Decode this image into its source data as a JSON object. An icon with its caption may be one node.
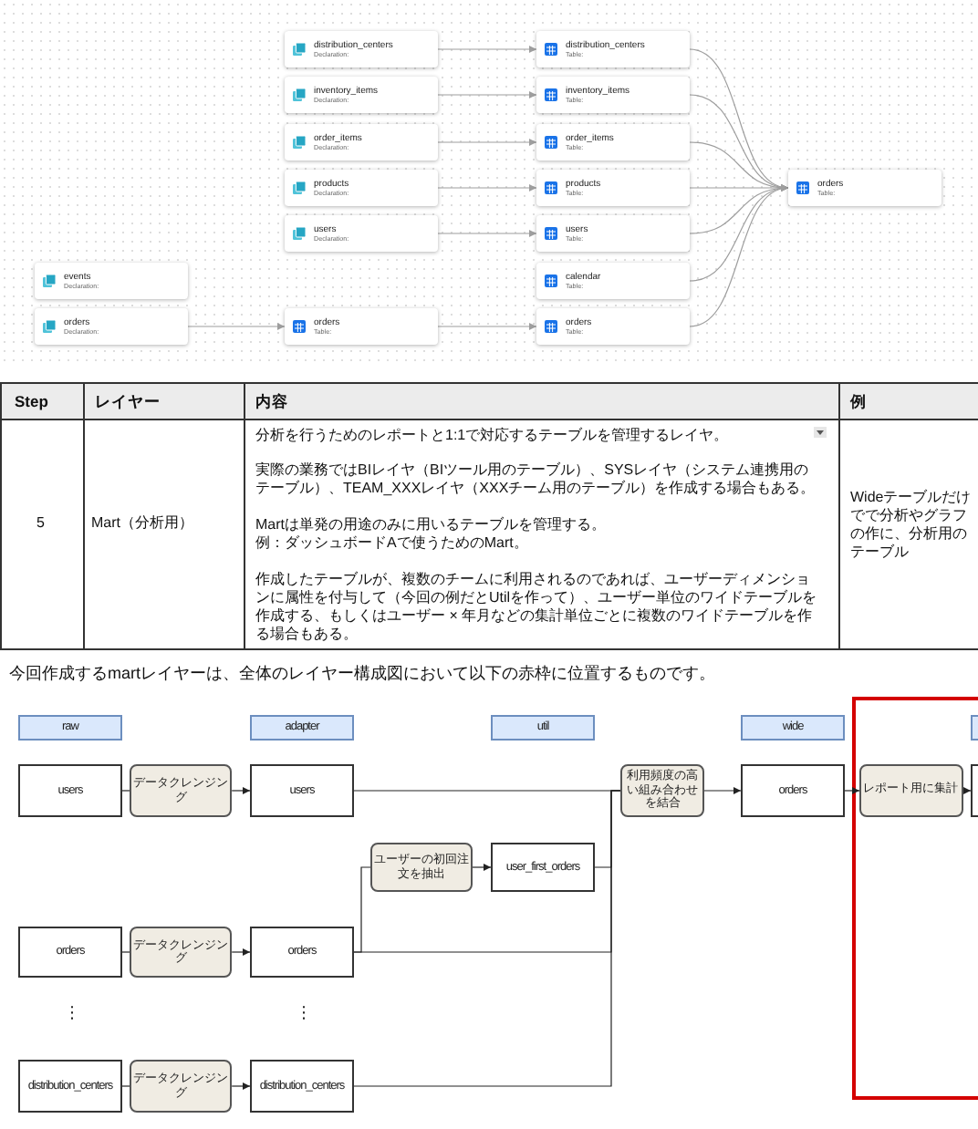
{
  "diagram": {
    "nodes": [
      {
        "text": [
          "distribution_centers",
          "Declaration:"
        ]
      },
      {
        "text": [
          "inventory_items",
          "Declaration:"
        ]
      },
      {
        "text": [
          "order_items",
          "Declaration:"
        ]
      },
      {
        "text": [
          "products",
          "Declaration:"
        ]
      },
      {
        "text": [
          "users",
          "Declaration:"
        ]
      },
      {
        "text": [
          "events",
          "Declaration:"
        ]
      },
      {
        "text": [
          "orders",
          "Declaration:"
        ]
      },
      {
        "text": [
          "orders",
          "Table:"
        ]
      },
      {
        "text": [
          "distribution_centers",
          "Table:"
        ]
      },
      {
        "text": [
          "inventory_items",
          "Table:"
        ]
      },
      {
        "text": [
          "order_items",
          "Table:"
        ]
      },
      {
        "text": [
          "products",
          "Table:"
        ]
      },
      {
        "text": [
          "users",
          "Table:"
        ]
      },
      {
        "text": [
          "calendar",
          "Table:"
        ]
      },
      {
        "text": [
          "orders",
          "Table:"
        ]
      },
      {
        "text": [
          "orders",
          "Table:"
        ]
      },
      {
        "text": [
          "raw"
        ]
      },
      {
        "text": [
          "adapter"
        ]
      },
      {
        "text": [
          "util"
        ]
      },
      {
        "text": [
          "wide"
        ]
      },
      {
        "text": [],
        "shape": "box"
      },
      {
        "text": [],
        "shape": "box",
        "in": 20
      },
      {
        "text": [
          "users"
        ]
      },
      {
        "text": [
          "データクレンジング"
        ]
      },
      {
        "text": [
          "users"
        ]
      },
      {
        "text": [
          "利用頻度の高い組み合わせを結合"
        ]
      },
      {
        "text": [
          "orders"
        ]
      },
      {
        "text": [
          "レポート用に集計"
        ],
        "in": 20
      },
      {
        "text": [],
        "shape": "box",
        "in": 20
      },
      {
        "text": [
          "ユーザーの初回注文を抽出"
        ]
      },
      {
        "text": [
          "user_first_orders"
        ]
      },
      {
        "text": [
          "orders"
        ]
      },
      {
        "text": [
          "データクレンジング"
        ]
      },
      {
        "text": [
          "orders"
        ]
      },
      {
        "text": [
          "distribution_centers"
        ]
      },
      {
        "text": [
          "データクレンジング"
        ]
      },
      {
        "text": [
          "distribution_centers"
        ]
      }
    ],
    "edges": [
      {
        "from": 0,
        "to": 8,
        "arrow": "to",
        "color": "#9e9e9e"
      },
      {
        "from": 1,
        "to": 9,
        "arrow": "to",
        "color": "#9e9e9e"
      },
      {
        "from": 2,
        "to": 10,
        "arrow": "to",
        "color": "#9e9e9e"
      },
      {
        "from": 3,
        "to": 11,
        "arrow": "to",
        "color": "#9e9e9e"
      },
      {
        "from": 4,
        "to": 12,
        "arrow": "to",
        "color": "#9e9e9e"
      },
      {
        "from": 6,
        "to": 7,
        "arrow": "to",
        "color": "#9e9e9e"
      },
      {
        "from": 7,
        "to": 14,
        "arrow": "to",
        "color": "#9e9e9e"
      },
      {
        "from": 8,
        "to": 15,
        "arrow": "to",
        "color": "#9e9e9e"
      },
      {
        "from": 9,
        "to": 15,
        "arrow": "to",
        "color": "#9e9e9e"
      },
      {
        "from": 10,
        "to": 15,
        "arrow": "to",
        "color": "#9e9e9e"
      },
      {
        "from": 11,
        "to": 15,
        "arrow": "to",
        "color": "#9e9e9e"
      },
      {
        "from": 12,
        "to": 15,
        "arrow": "to",
        "color": "#9e9e9e"
      },
      {
        "from": 13,
        "to": 15,
        "arrow": "to",
        "color": "#9e9e9e"
      },
      {
        "from": 14,
        "to": 15,
        "arrow": "to",
        "color": "#9e9e9e"
      },
      {
        "from": 22,
        "to": 23,
        "arrow": "none"
      },
      {
        "from": 23,
        "to": 24,
        "arrow": "to"
      },
      {
        "from": 31,
        "to": 32,
        "arrow": "none"
      },
      {
        "from": 32,
        "to": 33,
        "arrow": "to"
      },
      {
        "from": 34,
        "to": 35,
        "arrow": "none"
      },
      {
        "from": 35,
        "to": 36,
        "arrow": "to"
      },
      {
        "from": 24,
        "to": 25,
        "arrow": "none"
      },
      {
        "from": 33,
        "to": 29,
        "arrow": "none"
      },
      {
        "from": 29,
        "to": 30,
        "arrow": "to"
      },
      {
        "from": 30,
        "to": 25,
        "arrow": "none"
      },
      {
        "from": 33,
        "to": 25,
        "arrow": "none"
      },
      {
        "from": 36,
        "to": 25,
        "arrow": "none"
      },
      {
        "from": 25,
        "to": 26,
        "arrow": "to"
      },
      {
        "from": 26,
        "to": 27,
        "arrow": "to"
      },
      {
        "from": 27,
        "to": 28,
        "arrow": "to"
      }
    ],
    "labels": [
      "Step",
      "レイヤー",
      "内容",
      "例",
      "5",
      "Mart（分析用）",
      "分析を行うためのレポートと1:1で対応するテーブルを管理するレイヤ。",
      "実際の業務ではBIレイヤ（BIツール用のテーブル）、SYSレイヤ（システム連携用のテーブル）、TEAM_XXXレイヤ（XXXチーム用のテーブル）を作成する場合もある。",
      "Martは単発の用途のみに用いるテーブルを管理する。",
      "例：ダッシュボードAで使うためのMart。",
      "作成したテーブルが、複数のチームに利用されるのであれば、ユーザーディメンションに属性を付与して（今回の例だとUtilを作って）、ユーザー単位のワイドテーブルを作成する、もしくはユーザー × 年月などの集計単位ごとに複数のワイドテーブルを作る場合もある。",
      "Wideテーブルだけでで分析やグラフの作に、分析用のテーブル",
      "今回作成するmartレイヤーは、全体のレイヤー構成図において以下の赤枠に位置するものです。",
      "⋮",
      "⋮"
    ]
  }
}
